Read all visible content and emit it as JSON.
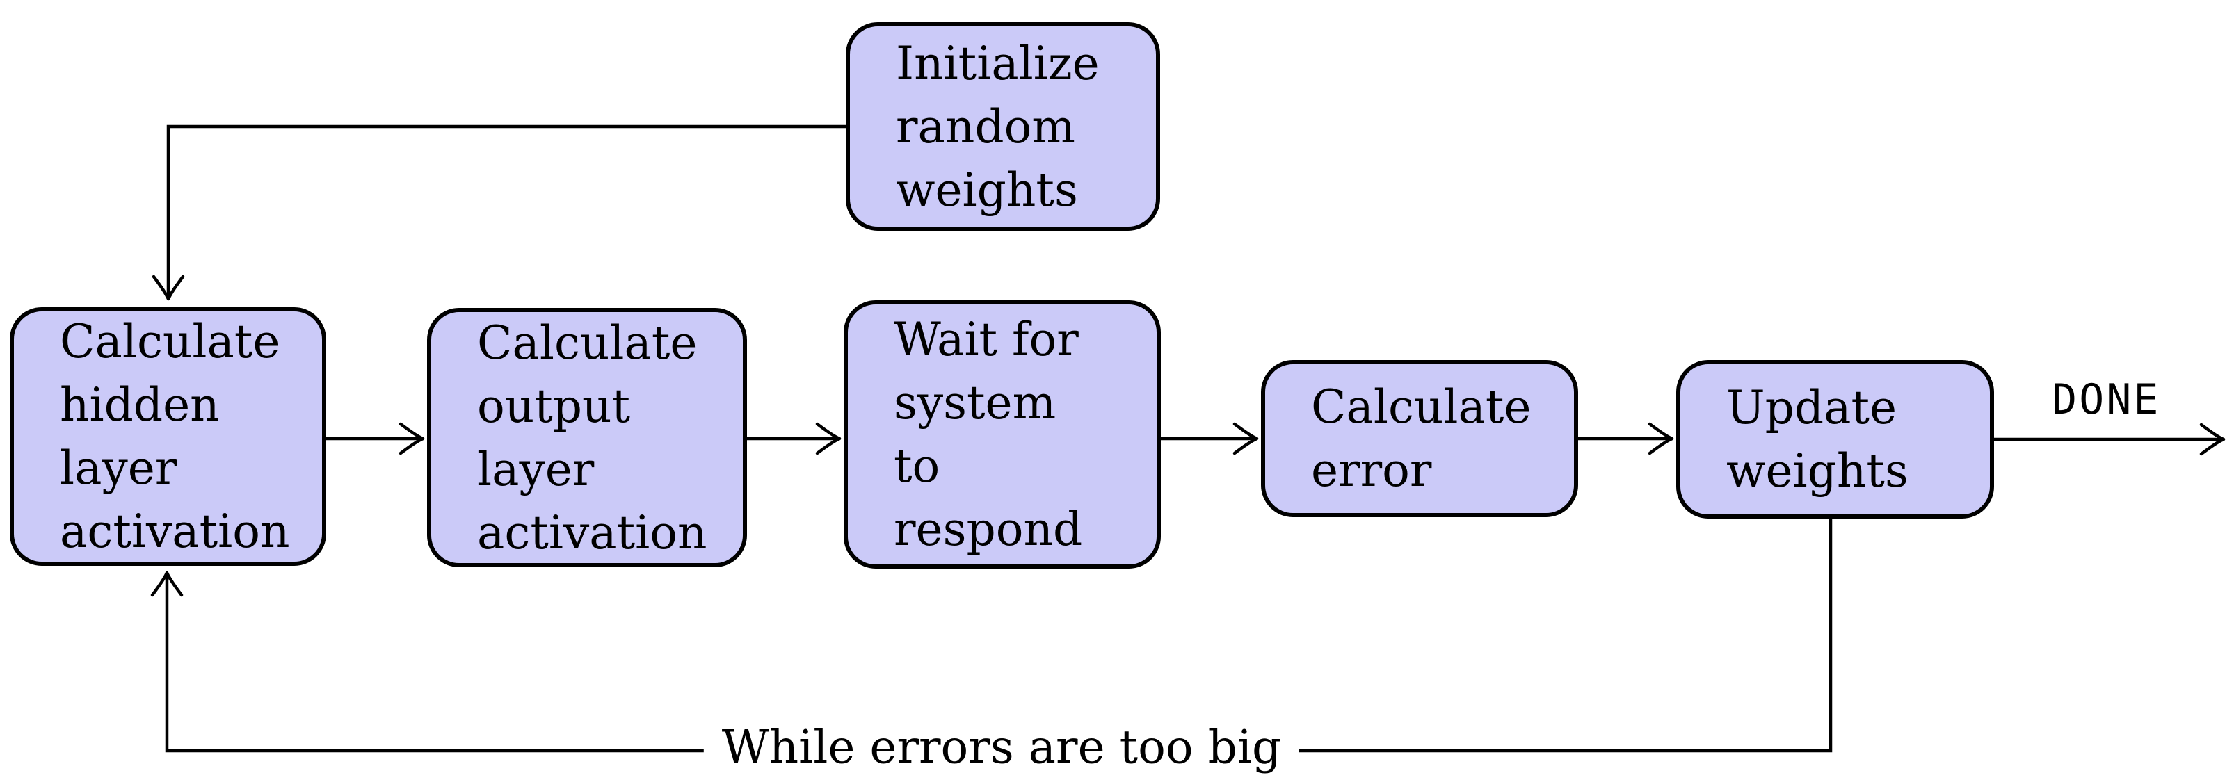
{
  "diagram": {
    "type": "flowchart",
    "background_color": "#ffffff",
    "node_fill_color": "#cbcaf8",
    "node_border_color": "#000000",
    "line_color": "#000000",
    "nodes": [
      {
        "id": "init",
        "label": "Initialize\nrandom\nweights"
      },
      {
        "id": "hidden",
        "label": "Calculate\nhidden\nlayer\nactivation"
      },
      {
        "id": "output",
        "label": "Calculate\noutput\nlayer\nactivation"
      },
      {
        "id": "wait",
        "label": "Wait for\nsystem\nto\nrespond"
      },
      {
        "id": "error",
        "label": "Calculate\nerror"
      },
      {
        "id": "update",
        "label": "Update\nweights"
      }
    ],
    "edge_labels": {
      "done": "DONE",
      "loop": "While errors are too big"
    }
  }
}
